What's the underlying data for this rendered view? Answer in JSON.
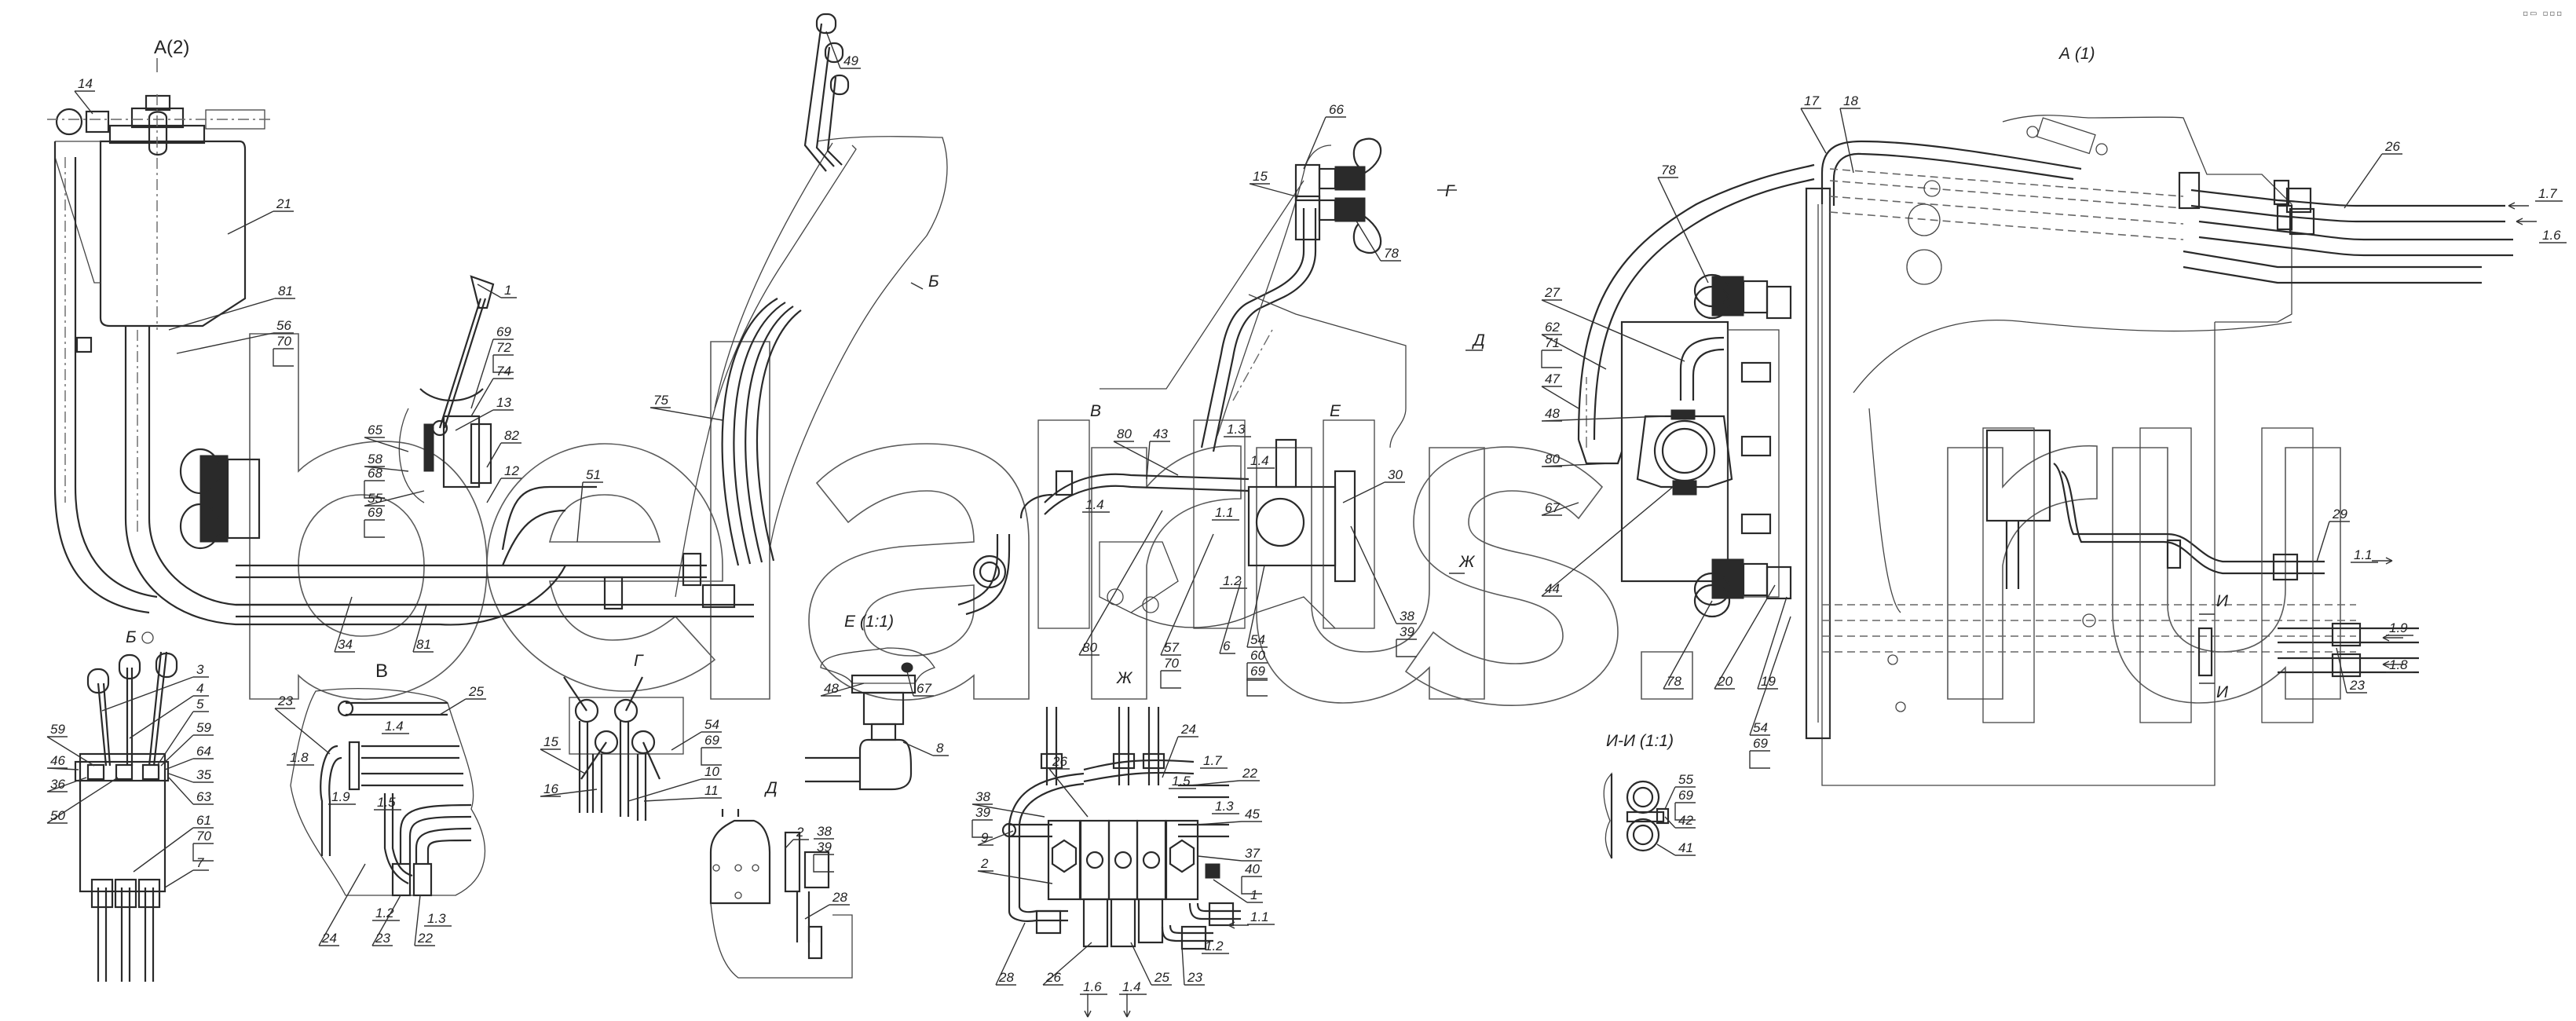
{
  "document": {
    "type": "hydraulic system assembly drawing",
    "watermark": "belarus.ru",
    "corner_icons": [
      "window-restore-icon",
      "more-options-icon"
    ]
  },
  "views": {
    "a2": "А(2)",
    "a1": "А (1)",
    "b_top": "Б",
    "b_view": "Б",
    "v": "В",
    "g_mark": "Г",
    "g_view": "Г",
    "d_mark": "Д",
    "d_view": "Д",
    "e_mark": "Е",
    "e_view": "Е (1:1)",
    "v_mark": "В",
    "zh_mark": "Ж",
    "zh_view": "Ж",
    "i_mark_top": "И",
    "i_mark_bottom": "И",
    "ii_view": "И-И (1:1)"
  },
  "main_view_labels": {
    "p14": "14",
    "p21": "21",
    "p81a": "81",
    "p56": "56",
    "p70a": "70",
    "p1": "1",
    "p69a": "69",
    "p72": "72",
    "p74": "74",
    "p13": "13",
    "p65": "65",
    "p58": "58",
    "p68": "68",
    "p82": "82",
    "p12": "12",
    "p55": "55",
    "p69b": "69",
    "p51": "51",
    "p34": "34",
    "p81b": "81",
    "p75": "75",
    "p49": "49",
    "p66": "66",
    "p15": "15",
    "p78a": "78",
    "p80a": "80",
    "p43": "43",
    "p13a": "1.3",
    "p14a": "1.4",
    "p14b": "1.4",
    "p11a": "1.1",
    "p12a": "1.2",
    "p30": "30",
    "p38": "38",
    "p39": "39",
    "p80b": "80",
    "p57": "57",
    "p70b": "70",
    "p6": "6",
    "p54": "54",
    "p60": "60",
    "p69c": "69"
  },
  "view_a1_labels": {
    "p17": "17",
    "p18": "18",
    "p26": "26",
    "p17f": "1.7",
    "p16f": "1.6",
    "p78b": "78",
    "p27": "27",
    "p62": "62",
    "p71": "71",
    "p47": "47",
    "p48": "48",
    "p80": "80",
    "p67": "67",
    "p44": "44",
    "p78c": "78",
    "p20": "20",
    "p19": "19",
    "p54": "54",
    "p69": "69",
    "p29": "29",
    "p11f": "1.1",
    "p19f": "1.9",
    "p18f": "1.8",
    "p23": "23"
  },
  "view_b_labels": {
    "p3": "3",
    "p4": "4",
    "p5": "5",
    "p59a": "59",
    "p59b": "59",
    "p64": "64",
    "p46": "46",
    "p35": "35",
    "p36": "36",
    "p63": "63",
    "p50": "50",
    "p61": "61",
    "p70": "70",
    "p7": "7"
  },
  "view_v_labels": {
    "p23a": "23",
    "p25": "25",
    "p14f": "1.4",
    "p18f": "1.8",
    "p19f": "1.9",
    "p15f": "1.5",
    "p12f": "1.2",
    "p13f": "1.3",
    "p24": "24",
    "p23b": "23",
    "p22": "22"
  },
  "view_g_labels": {
    "p15": "15",
    "p16": "16",
    "p54": "54",
    "p69": "69",
    "p10": "10",
    "p11": "11"
  },
  "view_e_labels": {
    "p48": "48",
    "p67": "67",
    "p8": "8"
  },
  "view_d_labels": {
    "p2": "2",
    "p38": "38",
    "p39": "39",
    "p28": "28"
  },
  "view_zh_labels": {
    "p38": "38",
    "p39": "39",
    "p9": "9",
    "p2": "2",
    "p26a": "26",
    "p24": "24",
    "p17f": "1.7",
    "p22": "22",
    "p15f": "1.5",
    "p13f": "1.3",
    "p45": "45",
    "p37": "37",
    "p40": "40",
    "p1": "1",
    "p11f": "1.1",
    "p12f": "1.2",
    "p28": "28",
    "p26b": "26",
    "p16f": "1.6",
    "p14f": "1.4",
    "p25": "25",
    "p23": "23"
  },
  "view_ii_labels": {
    "p55": "55",
    "p69": "69",
    "p42": "42",
    "p41": "41"
  }
}
